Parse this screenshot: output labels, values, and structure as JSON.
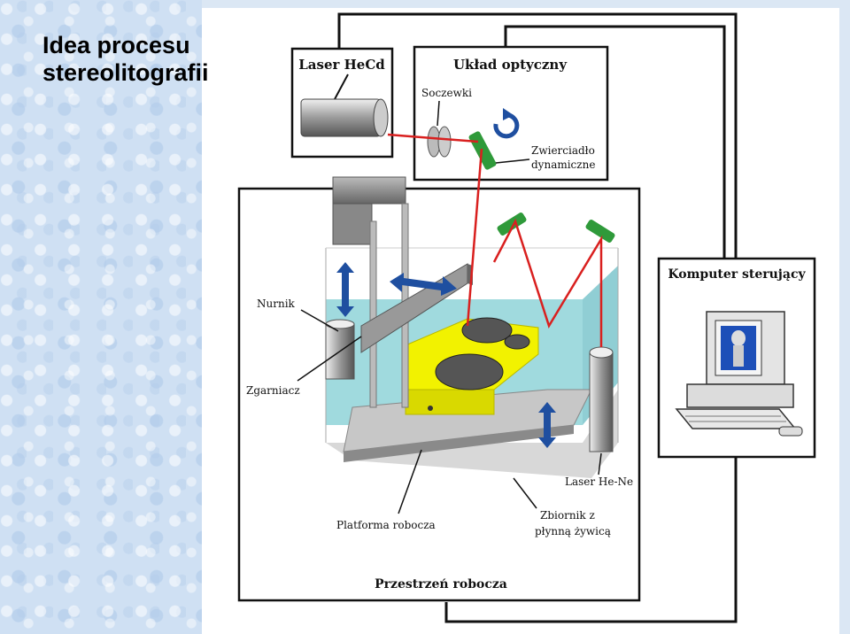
{
  "slide": {
    "title_line1": "Idea procesu",
    "title_line2": "stereolitografii"
  },
  "diagram": {
    "laser_box_label": "Laser HeCd",
    "optics_box_label": "Układ optyczny",
    "lenses_label": "Soczewki",
    "mirror_label_line1": "Zwierciadło",
    "mirror_label_line2": "dynamiczne",
    "computer_label": "Komputer sterujący",
    "plunger_label": "Nurnik",
    "wiper_label": "Zgarniacz",
    "helium_laser_label": "Laser He-Ne",
    "platform_label": "Platforma robocza",
    "tank_label_line1": "Zbiornik z",
    "tank_label_line2": "płynną żywicą",
    "workspace_label": "Przestrzeń robocza"
  },
  "colors": {
    "laser_beam": "#d9201f",
    "resin": "#8fd3d8",
    "part": "#f2f200",
    "mirror": "#2f9a3a",
    "arrows": "#1f4fa0"
  }
}
